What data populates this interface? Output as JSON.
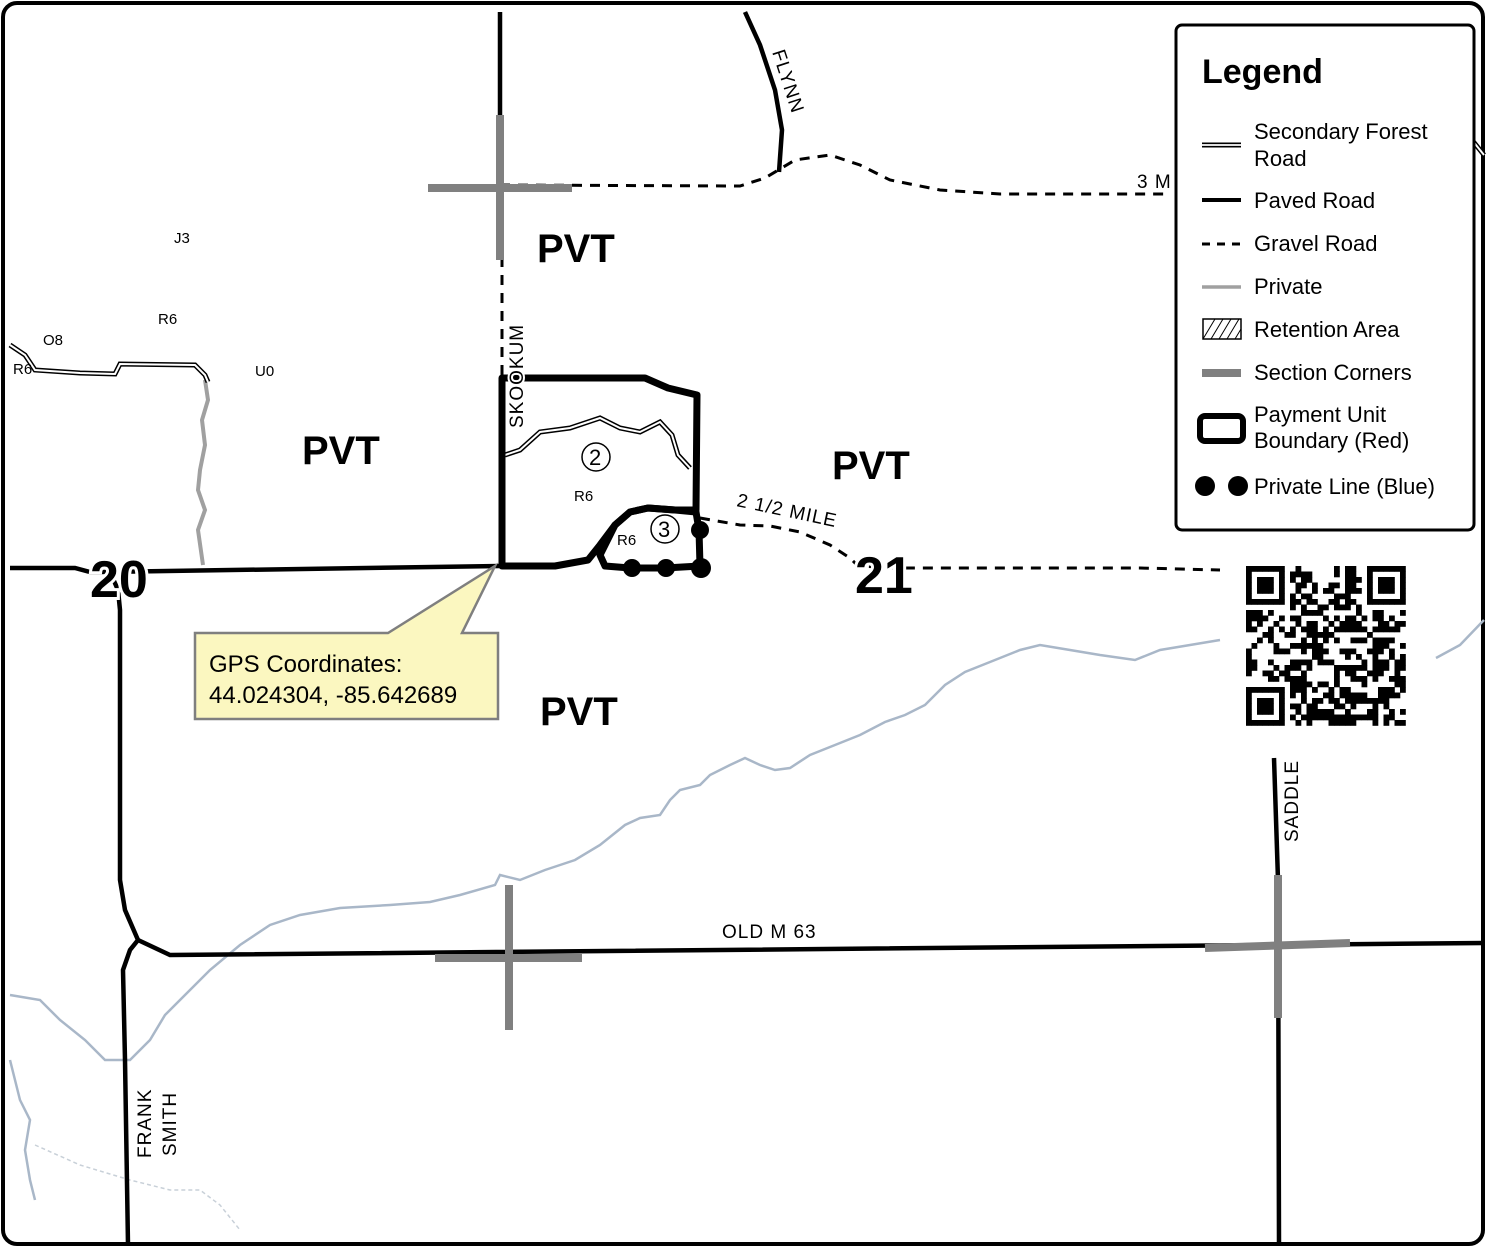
{
  "legend": {
    "title": "Legend",
    "items": [
      {
        "label_line1": "Secondary Forest",
        "label_line2": "Road",
        "symbol": "double-line"
      },
      {
        "label_line1": "Paved Road",
        "symbol": "thick-solid-line"
      },
      {
        "label_line1": "Gravel Road",
        "symbol": "dashed-line"
      },
      {
        "label_line1": "Private",
        "symbol": "light-gray-line"
      },
      {
        "label_line1": "Retention Area",
        "symbol": "hatched-box"
      },
      {
        "label_line1": "Section Corners",
        "symbol": "thick-gray-line"
      },
      {
        "label_line1": "Payment Unit",
        "label_line2": "Boundary (Red)",
        "symbol": "rounded-box"
      },
      {
        "label_line1": "Private Line (Blue)",
        "symbol": "two-dots"
      }
    ]
  },
  "ownership_labels": [
    "PVT",
    "PVT",
    "PVT",
    "PVT"
  ],
  "section_numbers": [
    "20",
    "21"
  ],
  "road_labels": {
    "flynn": "FLYNN",
    "three_mile": "3 M",
    "skookum": "SKOOKUM",
    "two_half_mile": "2 1/2 MILE",
    "old_m63": "OLD M 63",
    "saddle": "SADDLE",
    "frank": "FRANK",
    "smith": "SMITH"
  },
  "stand_labels": [
    "J3",
    "R6",
    "O8",
    "R6",
    "U0",
    "R6",
    "R6"
  ],
  "unit_numbers": [
    "2",
    "3"
  ],
  "gps_callout": {
    "line1": "GPS Coordinates:",
    "line2": "44.024304, -85.642689"
  },
  "colors": {
    "road": "#000000",
    "section_corner": "#808080",
    "private": "#a0a0a0",
    "stream": "#a9b7c8",
    "callout_fill": "#fbf7c0",
    "callout_border": "#7f7f7f"
  },
  "qr_code_icon": "qr-code-icon"
}
